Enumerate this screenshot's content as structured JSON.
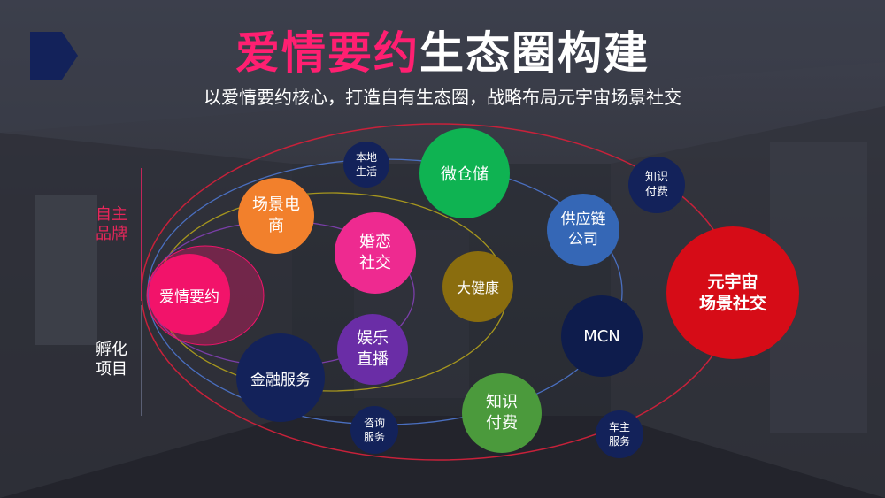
{
  "header": {
    "title_highlight": "爱情要约",
    "title_rest": "生态圈构建",
    "subtitle": "以爱情要约核心，打造自有生态圈，战略布局元宇宙场景社交"
  },
  "side_labels": {
    "own_brand": "自主\n品牌",
    "incubation": "孵化\n项目"
  },
  "nodes": {
    "core": "爱情要约",
    "scene_ecommerce": "场景电\n商",
    "local_life": "本地\n生活",
    "micro_storage": "微仓储",
    "marriage_social": "婚恋\n社交",
    "big_health": "大健康",
    "entertainment_live": "娱乐\n直播",
    "financial_services": "金融服务",
    "consulting_services": "咨询\n服务",
    "knowledge_paid_center": "知识\n付费",
    "supply_chain": "供应链\n公司",
    "mcn": "MCN",
    "knowledge_paid_top": "知识\n付费",
    "car_owner_services": "车主\n服务",
    "metaverse": "元宇宙\n场景社交"
  },
  "colors": {
    "title_highlight": "#ff1f71",
    "brand_label": "#e8265a",
    "core_pink": "#f2136a",
    "orange": "#f2802c",
    "green": "#0fb352",
    "magenta": "#ee2a90",
    "olive": "#8a6d0e",
    "purple": "#6a2da6",
    "navy": "#13225a",
    "dark_navy": "#0e1c4c",
    "blue": "#3567b6",
    "metaverse_red": "#d60c17",
    "knowledge_green": "#4b9a3c",
    "orbit_red": "#c8213a",
    "orbit_blue": "#4a6fc0",
    "orbit_yellow": "#a6961e",
    "orbit_purple": "#7a3ea8"
  }
}
